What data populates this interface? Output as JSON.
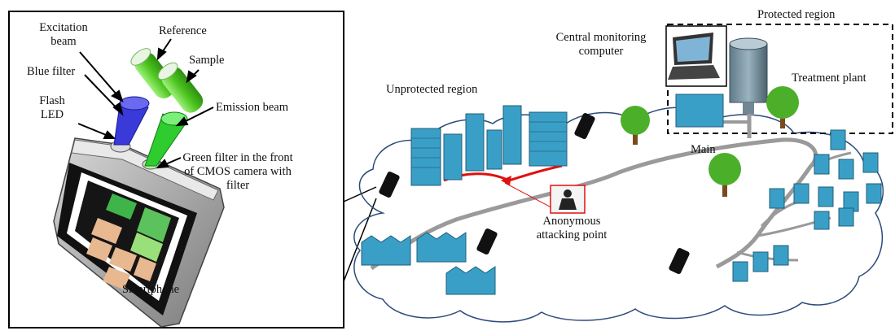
{
  "left_panel": {
    "excitation_beam": "Excitation beam",
    "reference": "Reference",
    "sample": "Sample",
    "blue_filter": "Blue filter",
    "flash_led": "Flash LED",
    "emission_beam": "Emission beam",
    "green_filter": "Green filter in the front of CMOS camera with filter",
    "smartphone": "Smartphone"
  },
  "right_panel": {
    "protected_region": "Protected region",
    "central_monitoring": "Central monitoring computer",
    "treatment_plant": "Treatment plant",
    "unprotected_region": "Unprotected region",
    "main": "Main",
    "anonymous_attack": "Anonymous attacking point"
  },
  "colors": {
    "building": "#3a9fc6",
    "tree": "#4caf2a",
    "pipe": "#9a9a9a",
    "attack": "#e01010",
    "cloud": "#2d4a7a",
    "blue_filter": "#3a3ad8",
    "green_filter": "#2ecc2e",
    "tube": "#5ad23a"
  }
}
